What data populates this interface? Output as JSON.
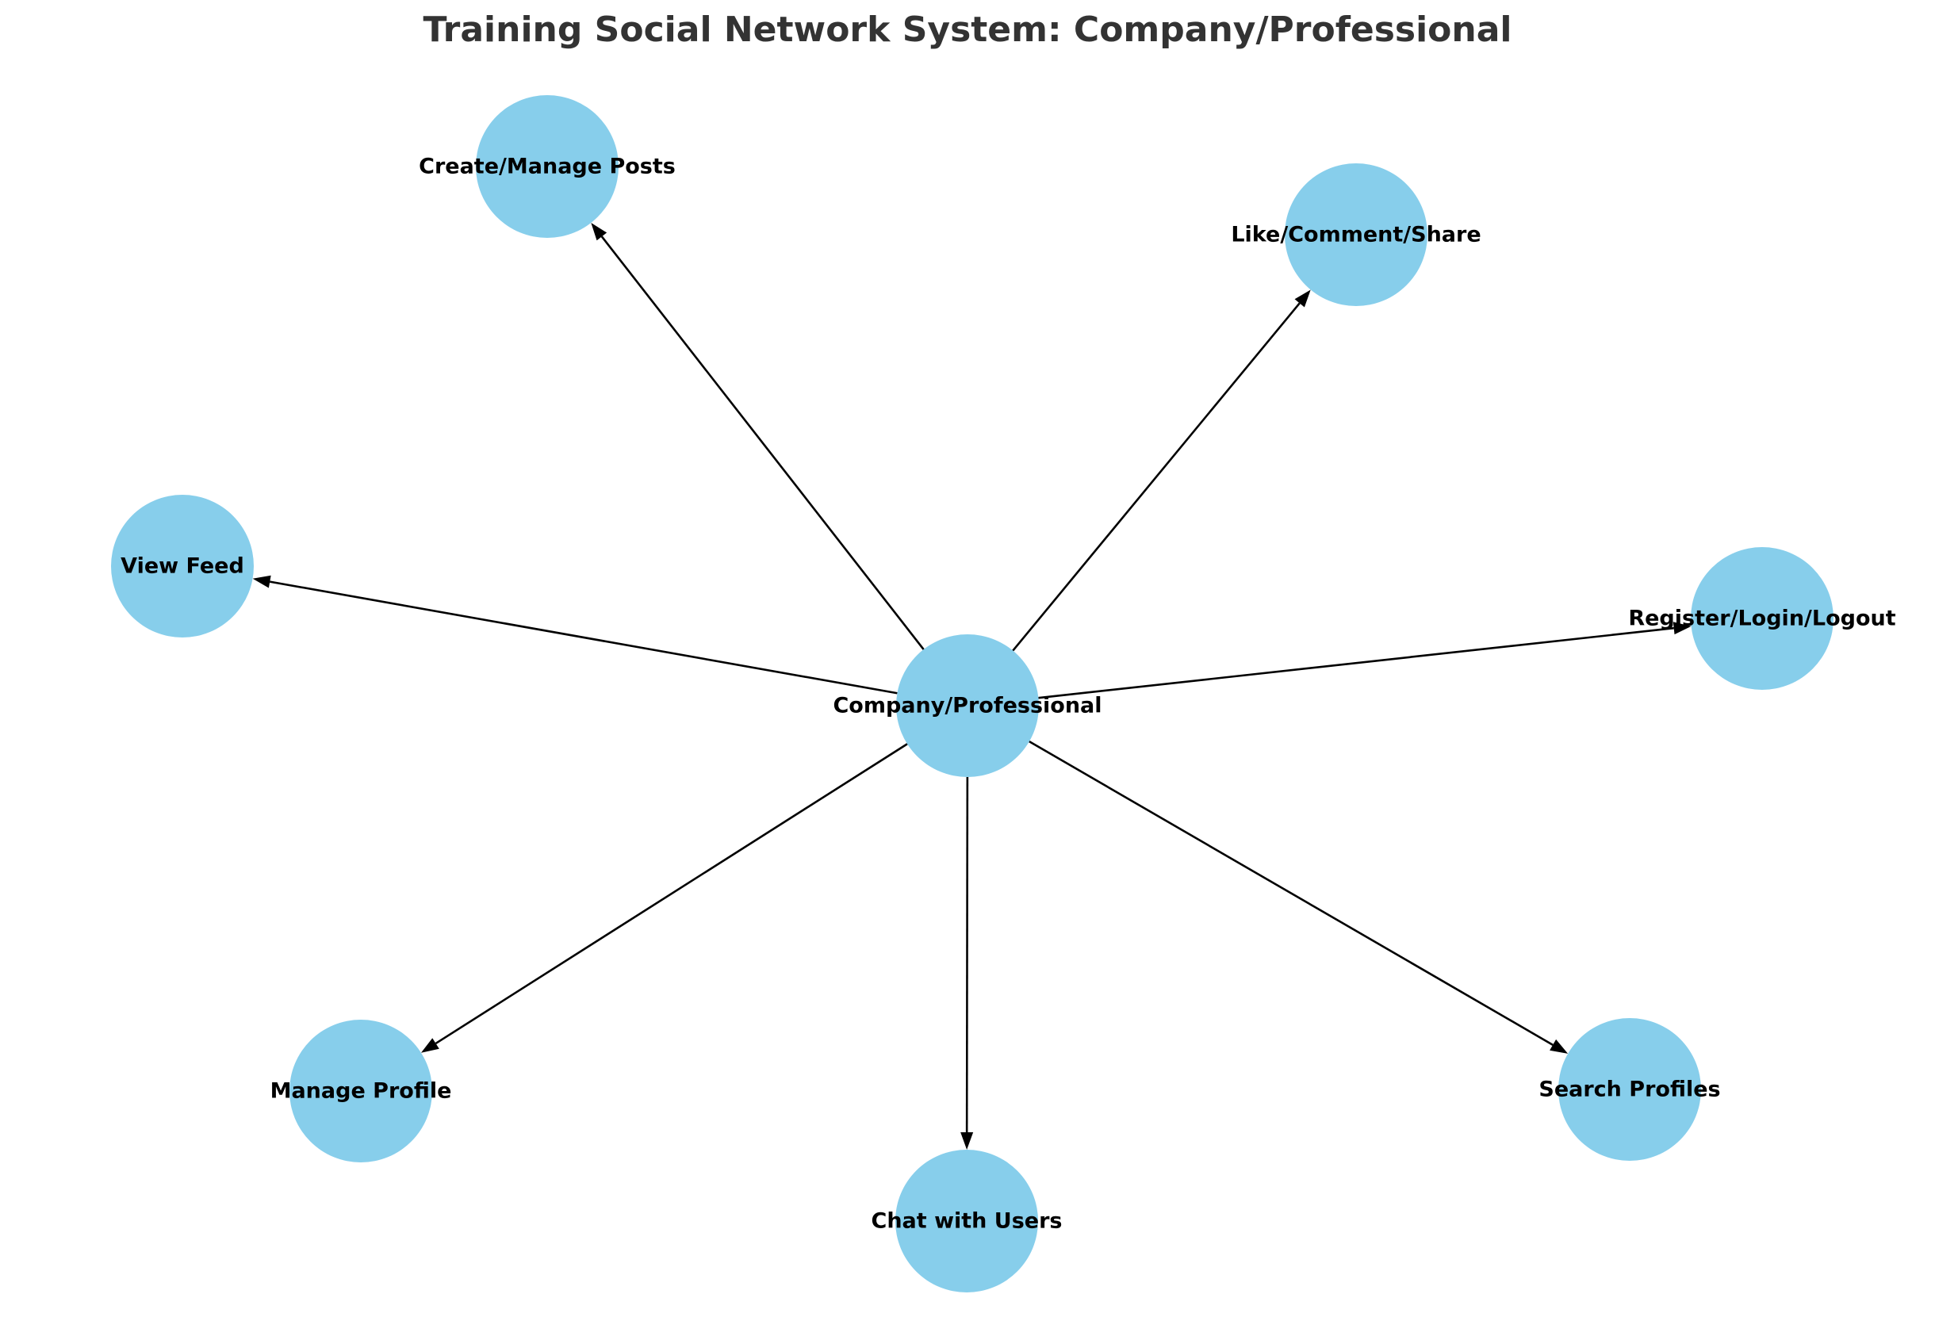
{
  "title": "Training Social Network System: Company/Professional",
  "colors": {
    "node_fill": "#87CEEB",
    "edge": "#000000",
    "title": "#333333",
    "label": "#000000"
  },
  "nodes": [
    {
      "id": "center",
      "label": "Company/Professional"
    },
    {
      "id": "posts",
      "label": "Create/Manage Posts"
    },
    {
      "id": "like",
      "label": "Like/Comment/Share"
    },
    {
      "id": "feed",
      "label": "View Feed"
    },
    {
      "id": "register",
      "label": "Register/Login/Logout"
    },
    {
      "id": "profile",
      "label": "Manage Profile"
    },
    {
      "id": "chat",
      "label": "Chat with Users"
    },
    {
      "id": "search",
      "label": "Search Profiles"
    }
  ],
  "edges": [
    {
      "from": "center",
      "to": "posts"
    },
    {
      "from": "center",
      "to": "like"
    },
    {
      "from": "center",
      "to": "feed"
    },
    {
      "from": "center",
      "to": "register"
    },
    {
      "from": "center",
      "to": "profile"
    },
    {
      "from": "center",
      "to": "chat"
    },
    {
      "from": "center",
      "to": "search"
    }
  ]
}
